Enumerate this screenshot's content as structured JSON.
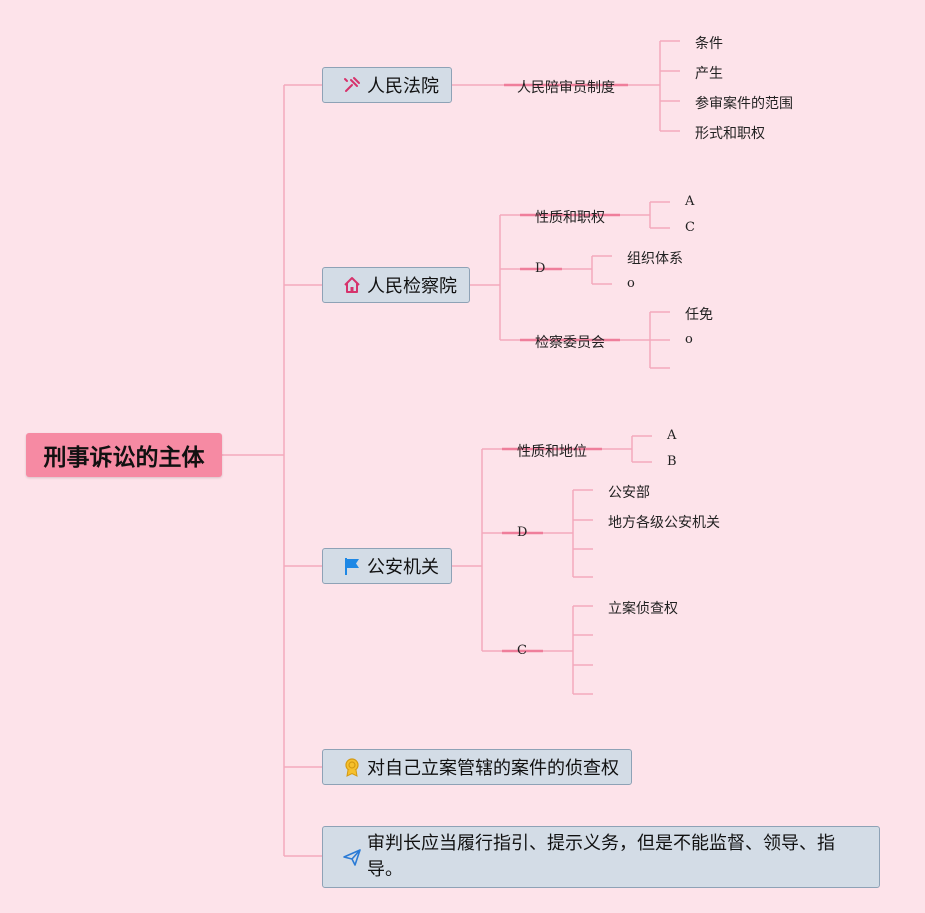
{
  "root": "刑事诉讼的主体",
  "court": {
    "label": "人民法院",
    "icon": "judge-gavel-icon",
    "child": "人民陪审员制度",
    "leaves": [
      "条件",
      "产生",
      "参审案件的范围",
      "形式和职权"
    ]
  },
  "procuratorate": {
    "label": "人民检察院",
    "icon": "house-icon",
    "nature": {
      "label": "性质和职权",
      "leaves": [
        "A",
        "C"
      ]
    },
    "d": {
      "label": "D",
      "leaves": [
        "组织体系",
        "o"
      ]
    },
    "committee": {
      "label": "检察委员会",
      "leaves": [
        "任免",
        "o"
      ]
    }
  },
  "police": {
    "label": "公安机关",
    "icon": "flag-icon",
    "nature": {
      "label": "性质和地位",
      "leaves": [
        "A",
        "B"
      ]
    },
    "d": {
      "label": "D",
      "leaves": [
        "公安部",
        "地方各级公安机关"
      ]
    },
    "c": {
      "label": "C",
      "leaves": [
        "立案侦查权"
      ]
    }
  },
  "investigation": {
    "label": "对自己立案管辖的案件的侦查权",
    "icon": "award-badge-icon"
  },
  "note": {
    "line1": "审判长应当履行指引、提示义务，但是不能监督、领导、指",
    "line2": "导。",
    "icon": "paper-plane-icon"
  },
  "colors": {
    "background": "#fde3ea",
    "root": "#f68aa3",
    "node": "#d3dce6",
    "line": "#f4a9bc"
  }
}
